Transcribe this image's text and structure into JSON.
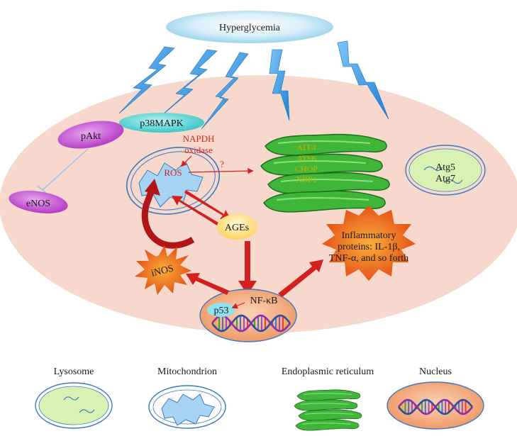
{
  "labels": {
    "hyperglycemia": "Hyperglycemia",
    "pakt": "pAkt",
    "p38mapk": "p38MAPK",
    "enos": "eNOS",
    "nadph_line1": "NAPDH",
    "nadph_line2": "oxidase",
    "ros": "ROS",
    "question": "?",
    "er_markers": [
      "ATF4",
      "ATF6",
      "CHOP",
      "XBP1"
    ],
    "atg5": "Atg5",
    "atg7": "Atg7",
    "ages": "AGEs",
    "inos": "iNOS",
    "inflammatory_lines": [
      "Inflammatory",
      "proteins: IL-1β,",
      "TNF-α, and so forth"
    ],
    "nfkb": "NF-κB",
    "p53": "p53"
  },
  "legend": {
    "lysosome": "Lysosome",
    "mitochondrion": "Mitochondrion",
    "er": "Endoplasmic reticulum",
    "nucleus": "Nucleus"
  },
  "colors": {
    "cell_fill": "#f6d9cc",
    "cloud": "#bfe4f5",
    "lightning": "#3aa0e8",
    "pakt": "#c24fd0",
    "p38": "#5fd6d6",
    "mito": "#a6d4f2",
    "er_green": "#3fb53a",
    "lysosome": "#d8f2b4",
    "nucleus": "#f2a477",
    "starburst": "#ea5a1c",
    "ages": "#ffe07a",
    "red_arrow": "#d32020"
  }
}
